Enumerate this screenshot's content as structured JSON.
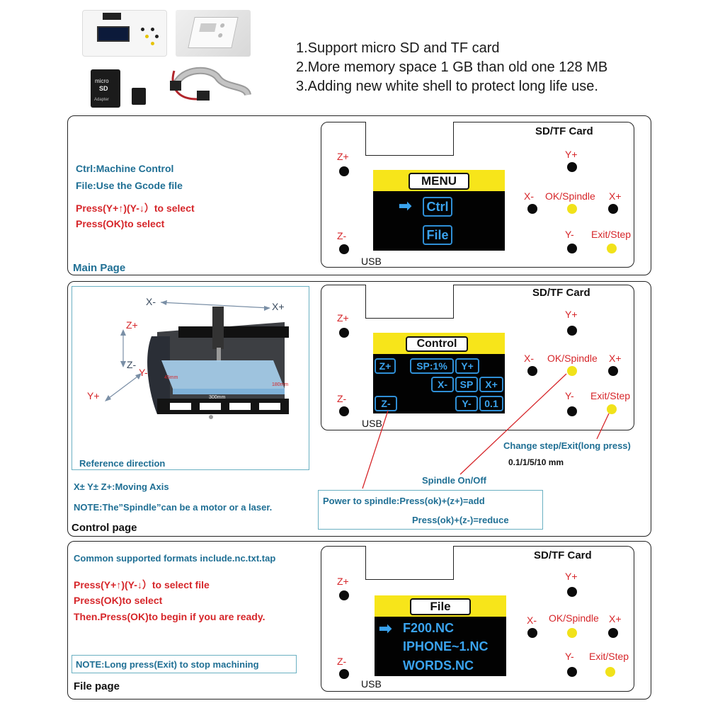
{
  "features": [
    "1.Support micro SD and TF card",
    "2.More memory space 1 GB than old one 128 MB",
    "3.Adding new white shell to protect long life use."
  ],
  "card_text": {
    "micro": "micro",
    "sd": "SD",
    "adapter": "Adapter"
  },
  "board_labels": {
    "sd_card": "SD/TF Card",
    "usb": "USB"
  },
  "buttons": {
    "z_plus": "Z+",
    "z_minus": "Z-",
    "y_plus": "Y+",
    "y_minus": "Y-",
    "x_minus": "X-",
    "x_plus": "X+",
    "ok_spindle": "OK/Spindle",
    "exit_step": "Exit/Step"
  },
  "main_page": {
    "caption": "Main Page",
    "line1": "Ctrl:Machine Control",
    "line2": "File:Use the Gcode file",
    "line3": "Press(Y+↑)(Y-↓）to select",
    "line4": "Press(OK)to select",
    "screen": {
      "title": "MENU",
      "item1": "Ctrl",
      "item2": "File",
      "arrow": "➡"
    }
  },
  "control_page": {
    "caption": "Control page",
    "ref_caption": "Reference direction",
    "axes": {
      "x_minus": "X-",
      "x_plus": "X+",
      "z_plus": "Z+",
      "z_minus": "Z-",
      "y_minus": "Y-",
      "y_plus": "Y+"
    },
    "dims": {
      "w": "300mm",
      "d": "180mm",
      "h": "45mm"
    },
    "moving_axis": "X± Y± Z+:Moving Axis",
    "note": "NOTE:The”Spindle”can be a motor or a laser.",
    "screen": {
      "title": "Control",
      "z_plus": "Z+",
      "sp_pct": "SP:1%",
      "y_plus": "Y+",
      "x_minus": "X-",
      "sp": "SP",
      "x_plus": "X+",
      "z_minus": "Z-",
      "y_minus": "Y-",
      "step": "0.1"
    },
    "change_step": "Change step/Exit(long press)",
    "step_values": "0.1/1/5/10 mm",
    "spindle_onoff": "Spindle On/Off",
    "power_add": "Power to spindle:Press(ok)+(z+)=add",
    "power_reduce": "Press(ok)+(z-)=reduce"
  },
  "file_page": {
    "caption": "File page",
    "formats": "Common supported formats include.nc.txt.tap",
    "line1": "Press(Y+↑)(Y-↓）to select file",
    "line2": "Press(OK)to select",
    "line3": "Then.Press(OK)to begin if you are ready.",
    "note": "NOTE:Long press(Exit) to stop machining",
    "screen": {
      "title": "File",
      "arrow": "➡",
      "f1": "F200.NC",
      "f2": "IPHONE~1.NC",
      "f3": "WORDS.NC"
    }
  },
  "colors": {
    "yellow": "#f7e51a",
    "screen_blue": "#3aa3ee",
    "red_text": "#d6262a",
    "teal_text": "#1f6f94"
  }
}
